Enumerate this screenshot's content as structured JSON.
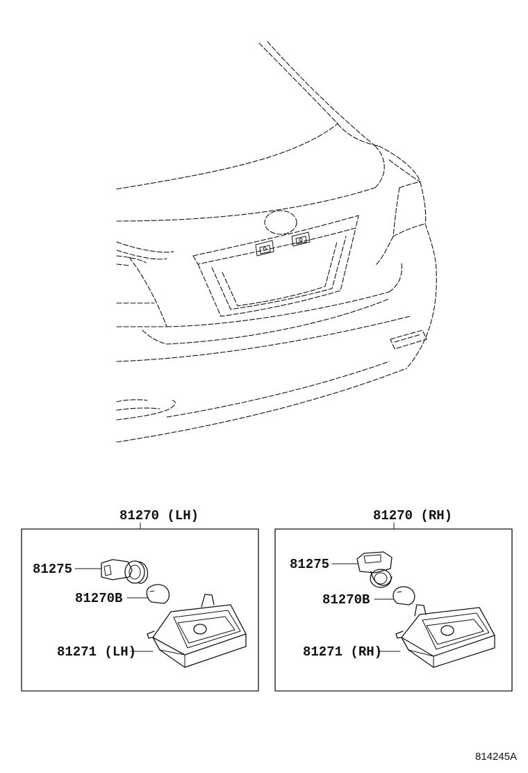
{
  "left_group": {
    "title": "81270 (LH)",
    "socket": "81275",
    "bulb": "81270B",
    "lens": "81271 (LH)"
  },
  "right_group": {
    "title": "81270 (RH)",
    "socket": "81275",
    "bulb": "81270B",
    "lens": "81271 (RH)"
  },
  "diagram_ref": "814245A"
}
